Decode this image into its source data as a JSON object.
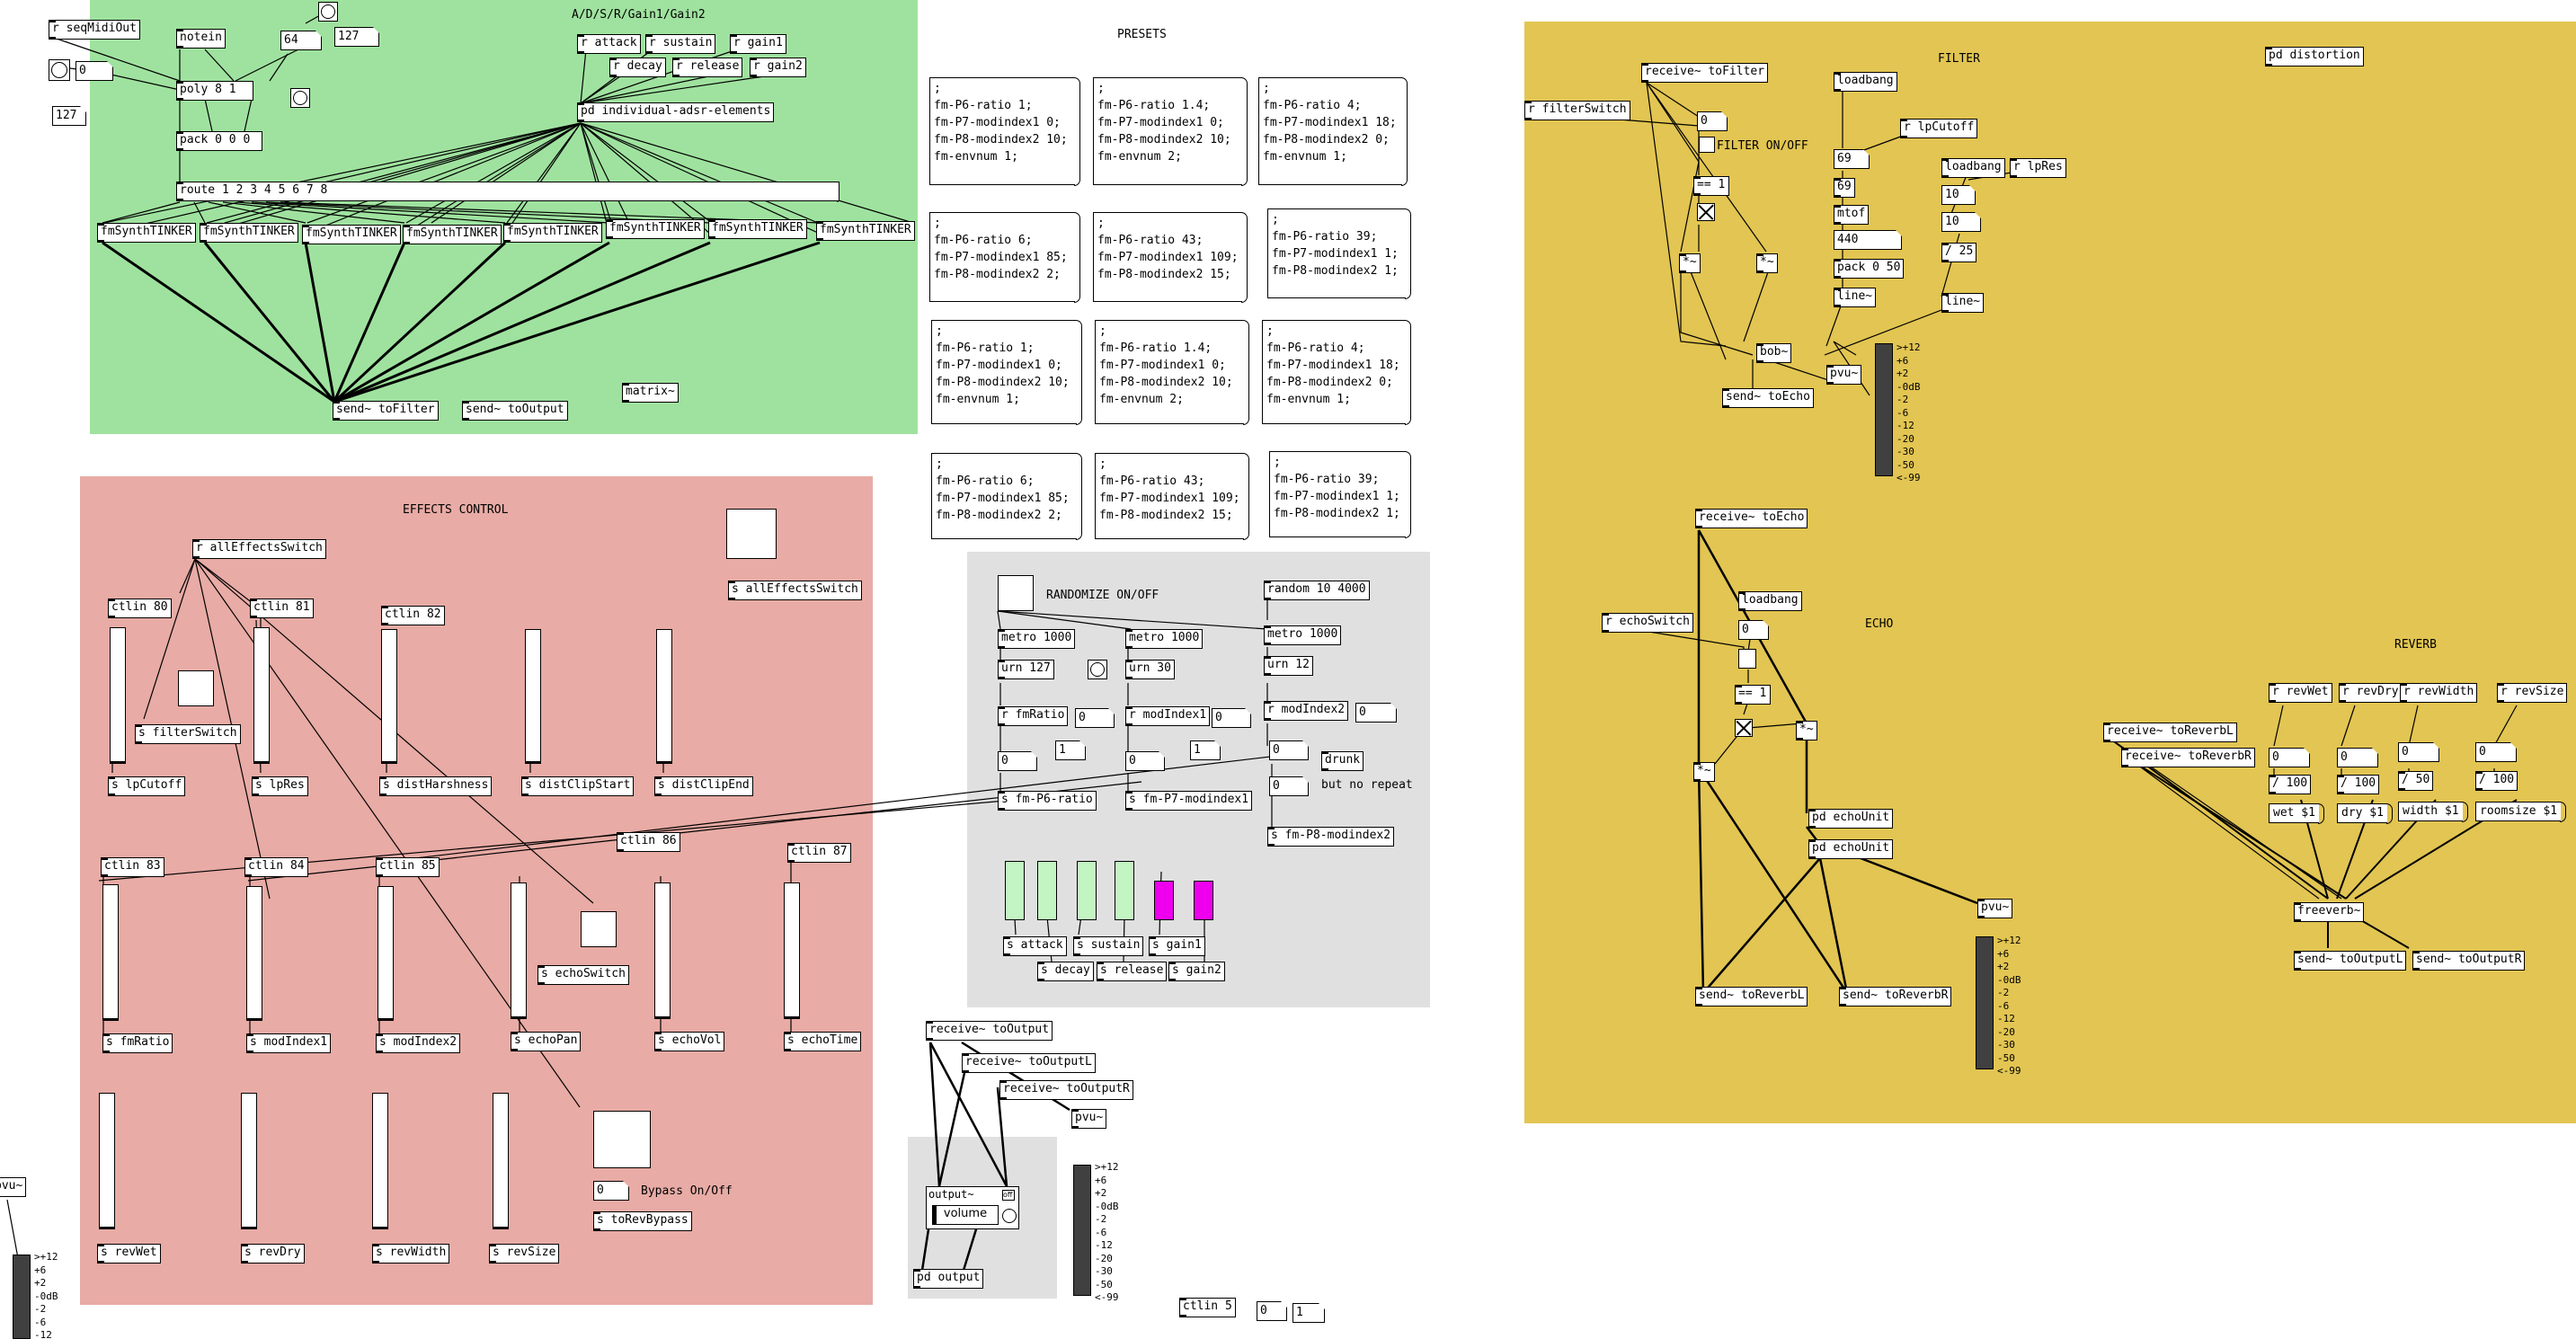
{
  "canvases": {
    "adsr": {
      "label": "A/D/S/R/Gain1/Gain2",
      "color": "#9fe29f"
    },
    "presets": {
      "label": "PRESETS"
    },
    "filter": {
      "label": "FILTER",
      "on_off": "FILTER ON/OFF",
      "color": "#e2c552"
    },
    "effects": {
      "label": "EFFECTS CONTROL",
      "color": "#e8aba5"
    },
    "randomize": {
      "label": "RANDOMIZE ON/OFF",
      "color": "#e0e0e0"
    },
    "echo": {
      "label": "ECHO"
    },
    "reverb": {
      "label": "REVERB"
    },
    "bypass": {
      "label": "Bypass On/Off"
    },
    "no_repeat": {
      "label": "but no repeat"
    }
  },
  "objects": {
    "seqmidiout": "r seqMidiOut",
    "notein": "notein",
    "num64": "64",
    "num127a": "127",
    "num0a": "0",
    "num127b": "127",
    "poly": "poly 8 1",
    "pack": "pack 0 0 0",
    "route": "route 1 2 3 4 5 6 7 8",
    "synth": "fmSynthTINKER",
    "r_attack": "r attack",
    "r_sustain": "r sustain",
    "r_gain1": "r gain1",
    "r_decay": "r decay",
    "r_release": "r release",
    "r_gain2": "r gain2",
    "adsr_pd": "pd individual-adsr-elements",
    "send_tofilter": "send~ toFilter",
    "send_tooutput": "send~ toOutput",
    "matrix": "matrix~",
    "recv_tofilter": "receive~ toFilter",
    "r_filterswitch": "r filterSwitch",
    "loadbang": "loadbang",
    "r_lpcutoff": "r lpCutoff",
    "r_lpres": "r lpRes",
    "eq1": "== 1",
    "n69a": "69",
    "n69b": "69",
    "mtof": "mtof",
    "n440": "440",
    "pack050": "pack 0 50",
    "line": "line~",
    "n10a": "10",
    "n10b": "10",
    "div25": "/ 25",
    "mul": "*~",
    "bob": "bob~",
    "pvu": "pvu~",
    "send_toecho": "send~ toEcho",
    "pd_distortion": "pd distortion",
    "recv_toecho": "receive~ toEcho",
    "r_echoswitch": "r echoSwitch",
    "pd_echounit": "pd echoUnit",
    "send_toreverbl": "send~ toReverbL",
    "send_toreverbr": "send~ toReverbR",
    "recv_toreverbl": "receive~ toReverbL",
    "recv_toreverbr": "receive~ toReverbR",
    "r_revwet": "r revWet",
    "r_revdry": "r revDry",
    "r_revwidth": "r revWidth",
    "r_revsize": "r revSize",
    "div100": "/ 100",
    "div50": "/ 50",
    "wet": "wet $1",
    "dry": "dry $1",
    "width": "width $1",
    "roomsize": "roomsize $1",
    "freeverb": "freeverb~",
    "send_tooutputl": "send~ toOutputL",
    "send_tooutputr": "send~ toOutputR",
    "r_alleffects": "r allEffectsSwitch",
    "s_alleffects": "s allEffectsSwitch",
    "ctlin80": "ctlin 80",
    "ctlin81": "ctlin 81",
    "ctlin82": "ctlin 82",
    "ctlin83": "ctlin 83",
    "ctlin84": "ctlin 84",
    "ctlin85": "ctlin 85",
    "ctlin86": "ctlin 86",
    "ctlin87": "ctlin 87",
    "ctlin5": "ctlin 5",
    "s_filterswitch": "s filterSwitch",
    "s_lpcutoff": "s lpCutoff",
    "s_lpres": "s lpRes",
    "s_distharshness": "s distHarshness",
    "s_distclipstart": "s distClipStart",
    "s_distclipend": "s distClipEnd",
    "s_echoswitch": "s echoSwitch",
    "s_fmratio": "s fmRatio",
    "s_modindex1": "s modIndex1",
    "s_modindex2": "s modIndex2",
    "s_echopan": "s echoPan",
    "s_echovol": "s echoVol",
    "s_echotime": "s echoTime",
    "s_revwet": "s revWet",
    "s_revdry": "s revDry",
    "s_revwidth": "s revWidth",
    "s_revsize": "s revSize",
    "s_torevbypass": "s toRevBypass",
    "random": "random 10 4000",
    "metro": "metro 1000",
    "urn127": "urn 127",
    "urn30": "urn 30",
    "urn12": "urn 12",
    "r_fmratio": "r fmRatio",
    "r_modindex1": "r modIndex1",
    "r_modindex2": "r modIndex2",
    "drunk": "drunk",
    "s_fmp6": "s fm-P6-ratio",
    "s_fmp7": "s fm-P7-modindex1",
    "s_fmp8": "s fm-P8-modindex2",
    "s_attack": "s attack",
    "s_sustain": "s sustain",
    "s_gain1": "s gain1",
    "s_decay": "s decay",
    "s_release": "s release",
    "s_gain2": "s gain2",
    "recv_tooutput": "receive~ toOutput",
    "recv_tooutputl": "receive~ toOutputL",
    "recv_tooutputr": "receive~ toOutputR",
    "output": "output~",
    "volume": "volume",
    "pd_output": "pd output",
    "zero": "0",
    "one": "1"
  },
  "presets": [
    ";\nfm-P6-ratio 1;\nfm-P7-modindex1 0;\nfm-P8-modindex2 10;\nfm-envnum 1;",
    ";\nfm-P6-ratio 1.4;\nfm-P7-modindex1 0;\nfm-P8-modindex2 10;\nfm-envnum 2;",
    ";\nfm-P6-ratio 4;\nfm-P7-modindex1 18;\nfm-P8-modindex2 0;\nfm-envnum 1;",
    ";\nfm-P6-ratio 6;\nfm-P7-modindex1 85;\nfm-P8-modindex2 2;",
    ";\nfm-P6-ratio 43;\nfm-P7-modindex1 109;\nfm-P8-modindex2 15;",
    ";\nfm-P6-ratio 39;\nfm-P7-modindex1 1;\nfm-P8-modindex2 1;"
  ],
  "vu_scale": ">+12\n+6\n+2\n-0dB\n-2\n-6\n-12\n-20\n-30\n-50\n<-99",
  "vu_scale_short": ">+12\n+6\n+2\n-0dB\n-2\n-6\n-12",
  "colors": {
    "green": "#9fe29f",
    "yellow": "#e2c552",
    "red": "#e8aba5",
    "gray": "#e0e0e0",
    "light_green": "#c2f5c2",
    "magenta": "#ee00ee"
  }
}
